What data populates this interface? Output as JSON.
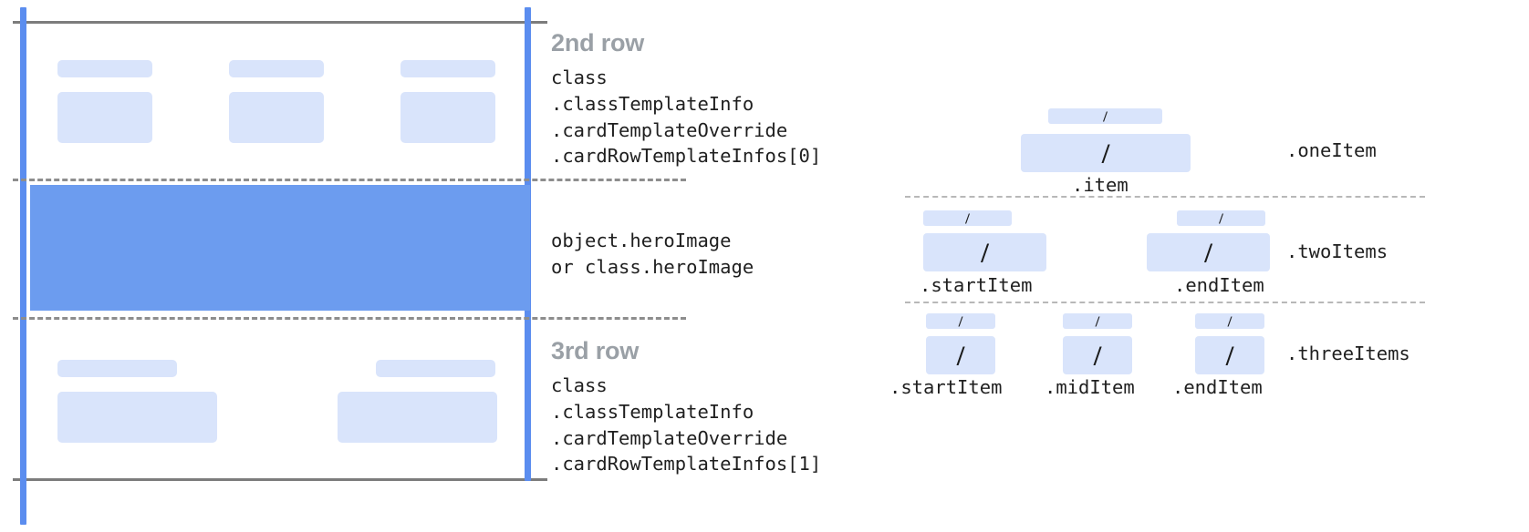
{
  "diagram": {
    "title_hidden": "",
    "colors": {
      "hero_fill": "#6c9cef",
      "placeholder_fill": "#d9e4fb",
      "rail": "#5b8def",
      "solid_rule": "#7c7c7c",
      "dashed_rule": "#8d8d8d",
      "row_heading": "#9aa0a6",
      "mono_text": "#1f1f1f"
    }
  },
  "left": {
    "second_row": {
      "heading": "2nd row",
      "code_lines": [
        "class",
        ".classTemplateInfo",
        ".cardTemplateOverride",
        ".cardRowTemplateInfos[0]"
      ]
    },
    "hero": {
      "code_lines": [
        "object.heroImage",
        "or class.heroImage"
      ]
    },
    "third_row": {
      "heading": "3rd row",
      "code_lines": [
        "class",
        ".classTemplateInfo",
        ".cardTemplateOverride",
        ".cardRowTemplateInfos[1]"
      ]
    }
  },
  "right": {
    "glyph": "/",
    "groups": [
      {
        "name": ".oneItem",
        "items": [
          {
            "label": ".item"
          }
        ]
      },
      {
        "name": ".twoItems",
        "items": [
          {
            "label": ".startItem"
          },
          {
            "label": ".endItem"
          }
        ]
      },
      {
        "name": ".threeItems",
        "items": [
          {
            "label": ".startItem"
          },
          {
            "label": ".midItem"
          },
          {
            "label": ".endItem"
          }
        ]
      }
    ]
  }
}
